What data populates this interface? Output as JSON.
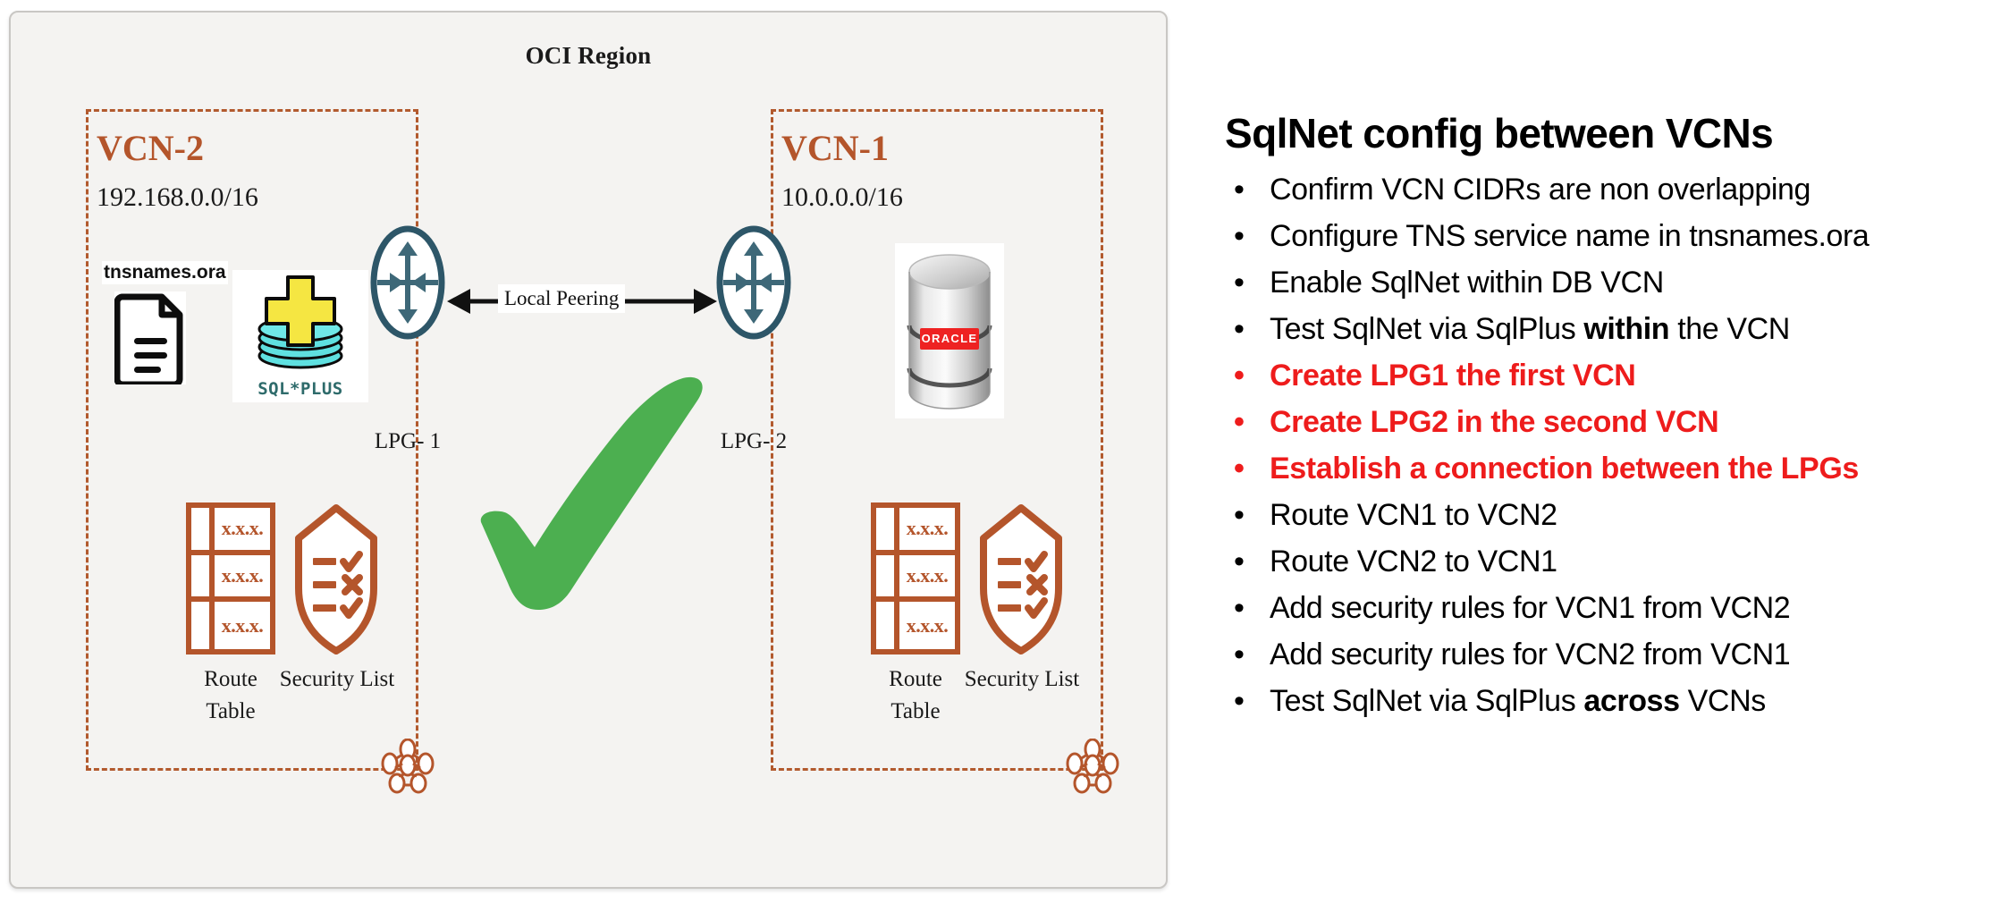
{
  "diagram": {
    "region_title": "OCI Region",
    "colors": {
      "region_fill": "#f4f3f1",
      "region_border": "#c9c7c4",
      "vcn_border": "#b25a2e",
      "vcn_title": "#b4552b",
      "gateway": "#2d5668",
      "check": "#4caf50",
      "oracle_red": "#ee2222",
      "accent_red": "#ee1c1c",
      "sqlplus_yellow": "#f5e642",
      "sqlplus_cyan": "#5fe0e0",
      "sqlplus_text": "#2e6b6b"
    },
    "vcn_left": {
      "name": "VCN-2",
      "cidr": "192.168.0.0/16",
      "gateway_label": "LPG- 1",
      "route_table_caption_line1": "Route",
      "route_table_caption_line2": "Table",
      "security_list_caption": "Security List",
      "route_rows": [
        "x.x.x.",
        "x.x.x.",
        "x.x.x."
      ]
    },
    "vcn_right": {
      "name": "VCN-1",
      "cidr": "10.0.0.0/16",
      "gateway_label": "LPG- 2",
      "route_table_caption_line1": "Route",
      "route_table_caption_line2": "Table",
      "security_list_caption": "Security List",
      "route_rows": [
        "x.x.x.",
        "x.x.x.",
        "x.x.x."
      ]
    },
    "connection_label": "Local Peering",
    "tnsnames_label": "tnsnames.ora",
    "sqlplus_label": "SQL*PLUS",
    "oracle_db_label": "ORACLE"
  },
  "panel": {
    "heading": "SqlNet config between VCNs",
    "bullets": [
      {
        "text_before": "Confirm VCN CIDRs are non overlapping",
        "bold": "",
        "text_after": "",
        "red": false
      },
      {
        "text_before": "Configure TNS service name in tnsnames.ora",
        "bold": "",
        "text_after": "",
        "red": false
      },
      {
        "text_before": "Enable SqlNet within DB VCN",
        "bold": "",
        "text_after": "",
        "red": false
      },
      {
        "text_before": "Test SqlNet via SqlPlus ",
        "bold": "within",
        "text_after": " the VCN",
        "red": false
      },
      {
        "text_before": "Create LPG1 the first VCN",
        "bold": "",
        "text_after": "",
        "red": true
      },
      {
        "text_before": "Create LPG2 in the second VCN",
        "bold": "",
        "text_after": "",
        "red": true
      },
      {
        "text_before": "Establish a connection between the LPGs",
        "bold": "",
        "text_after": "",
        "red": true
      },
      {
        "text_before": "Route VCN1 to VCN2",
        "bold": "",
        "text_after": "",
        "red": false
      },
      {
        "text_before": "Route VCN2 to VCN1",
        "bold": "",
        "text_after": "",
        "red": false
      },
      {
        "text_before": "Add security rules for VCN1 from VCN2",
        "bold": "",
        "text_after": "",
        "red": false
      },
      {
        "text_before": "Add security rules for VCN2 from VCN1",
        "bold": "",
        "text_after": "",
        "red": false
      },
      {
        "text_before": "Test SqlNet via SqlPlus ",
        "bold": "across",
        "text_after": " VCNs",
        "red": false
      }
    ],
    "bullet_glyph": "•"
  }
}
